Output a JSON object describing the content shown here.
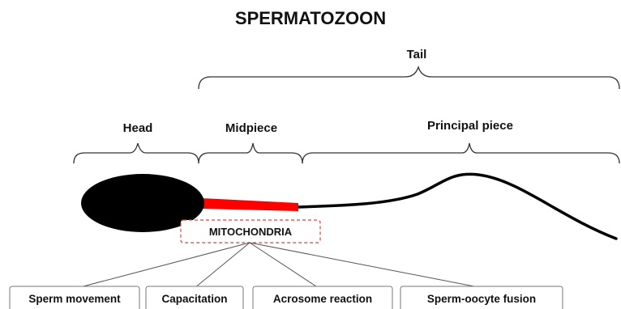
{
  "title": "SPERMATOZOON",
  "regions": {
    "tail": "Tail",
    "head": "Head",
    "midpiece": "Midpiece",
    "principal_piece": "Principal piece"
  },
  "organelle": "MITOCHONDRIA",
  "functions": [
    "Sperm movement",
    "Capacitation",
    "Acrosome reaction",
    "Sperm-oocyte fusion"
  ],
  "colors": {
    "head": "#000000",
    "midpiece": "#ff0000",
    "tail": "#000000",
    "mito_border": "#d64545",
    "lines": "#555555"
  }
}
